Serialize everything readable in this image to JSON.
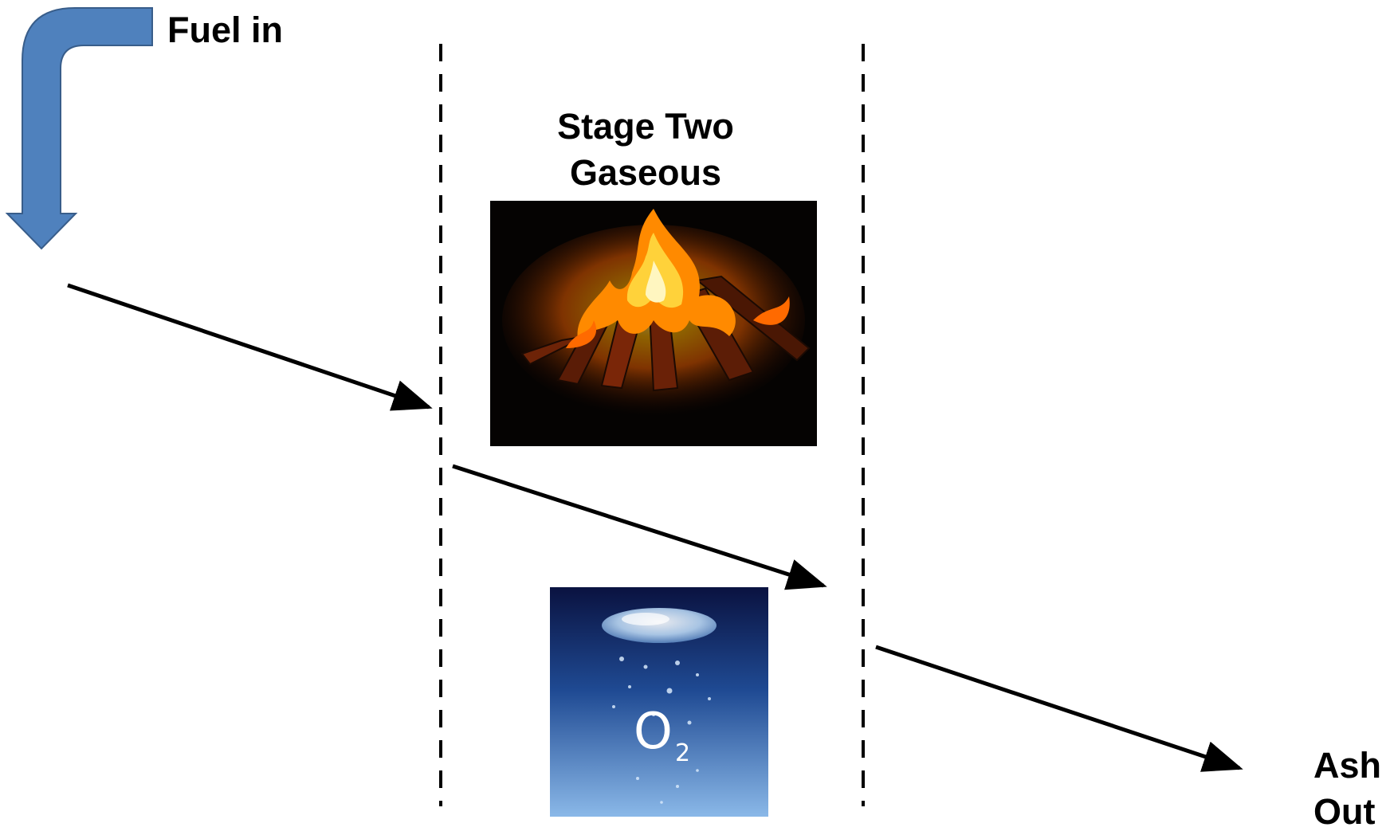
{
  "labels": {
    "fuel_in": "Fuel in",
    "stage_title_line1": "Stage Two",
    "stage_title_line2": "Gaseous",
    "ash_line1": "Ash",
    "ash_line2": "Out",
    "oxygen_symbol": "O",
    "oxygen_subscript": "2"
  },
  "images": {
    "fire": "campfire-photo",
    "oxygen": "oxygen-bubble-photo"
  },
  "colors": {
    "fuel_arrow_fill": "#4f81bd",
    "fuel_arrow_stroke": "#385d8a",
    "flow_arrow": "#000000",
    "divider": "#000000"
  }
}
